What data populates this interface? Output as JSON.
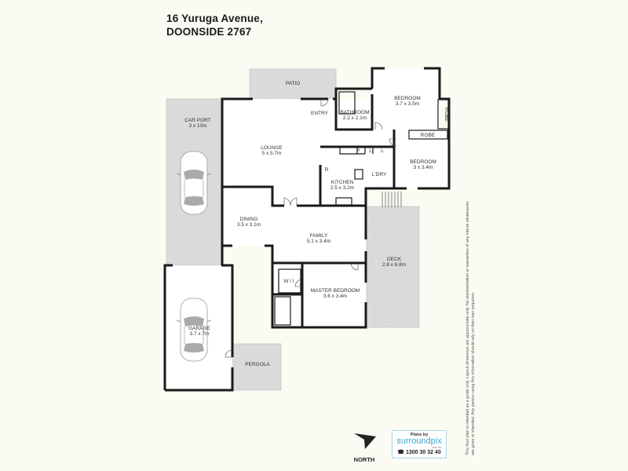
{
  "header": {
    "address_line1": "16 Yuruga Avenue,",
    "address_line2": "DOONSIDE 2767"
  },
  "rooms": {
    "patio": {
      "name": "PATIO"
    },
    "entry": {
      "name": "ENTRY"
    },
    "car_port": {
      "name": "CAR PORT",
      "size": "3 x 10m"
    },
    "lounge": {
      "name": "LOUNGE",
      "size": "5 x 5.7m"
    },
    "bathroom": {
      "name": "BATHROOM",
      "size": "2.2 x 2.1m"
    },
    "bedroom1": {
      "name": "BEDROOM",
      "size": "3.7 x 3.5m"
    },
    "robe1": {
      "name": "ROBE"
    },
    "robe2": {
      "name": "ROBE"
    },
    "bedroom2": {
      "name": "BEDROOM",
      "size": "3 x 3.4m"
    },
    "kitchen": {
      "name": "KITCHEN",
      "size": "2.5 x 3.2m"
    },
    "laundry": {
      "name": "L'DRY"
    },
    "pantry": {
      "p": "P",
      "l1": "L",
      "l2": "L",
      "r": "R"
    },
    "dining": {
      "name": "DINING",
      "size": "3.5 x 3.1m"
    },
    "family": {
      "name": "FAMILY",
      "size": "5.1 x 3.4m"
    },
    "deck": {
      "name": "DECK",
      "size": "2.8 x 6.8m"
    },
    "walk_in": {
      "name": "W / I"
    },
    "master": {
      "name": "MASTER BEDROOM",
      "size": "3.6 x 3.4m"
    },
    "garage": {
      "name": "GARAGE",
      "size": "3.7 x 7m"
    },
    "pergola": {
      "name": "PERGOLA"
    }
  },
  "north": {
    "label": "NORTH",
    "icon": "north-arrow-icon"
  },
  "logo": {
    "by": "Plans by",
    "brand": "surroundpix",
    "tld": ".com.au",
    "phone": "1300 30 32 40",
    "icon": "phone-icon"
  },
  "disclaimer": "This floor plan is intended as a guide only. Layout dimension are approximate only. No representation or warranties of any nature whatsoever are given or intended. Any person using this information should rely on their own enquiries.",
  "colors": {
    "wall": "#1a1a1a",
    "outdoor_fill": "#dcdcdc",
    "background": "#fbfbf3",
    "brand": "#3aa7cf"
  }
}
